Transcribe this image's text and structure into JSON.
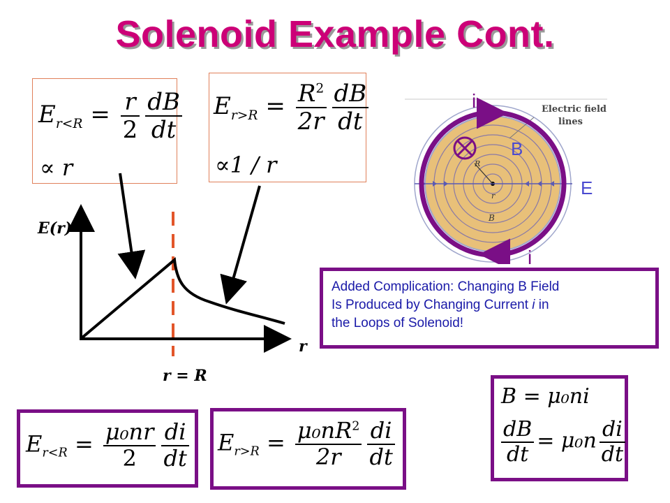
{
  "title": "Solenoid Example Cont.",
  "equations": {
    "e_inside_top": {
      "lhs": "E",
      "sub": "r<R",
      "eq": "=",
      "num": "r",
      "den": "2",
      "dnum": "dB",
      "dden": "dt",
      "prop": "∝ r"
    },
    "e_outside_top": {
      "lhs": "E",
      "sub": "r>R",
      "eq": "=",
      "num_base": "R",
      "num_sup": "2",
      "den": "2r",
      "dnum": "dB",
      "dden": "dt",
      "prop": "∝1 / r"
    },
    "e_inside_bottom": {
      "lhs": "E",
      "sub": "r<R",
      "eq": "=",
      "num": "μ₀nr",
      "den": "2",
      "dnum": "di",
      "dden": "dt"
    },
    "e_outside_bottom": {
      "lhs": "E",
      "sub": "r>R",
      "eq": "=",
      "num_base": "μ₀nR",
      "num_sup": "2",
      "den": "2r",
      "dnum": "di",
      "dden": "dt"
    },
    "b_field": {
      "line1": "B = μ₀ni",
      "dnum": "dB",
      "dden": "dt",
      "eq": "= μ₀n",
      "dnum2": "di",
      "dden2": "dt"
    }
  },
  "graph": {
    "ylabel": "E(r)",
    "xlabel": "r",
    "marker_label": "r = R"
  },
  "diagram": {
    "current_top": "i",
    "current_bottom": "i",
    "b_label": "B",
    "e_label": "E",
    "field_caption_1": "Electric field",
    "field_caption_2": "lines",
    "r_label": "R",
    "r_label_small": "r",
    "b_small": "B"
  },
  "note": {
    "line1": "Added Complication: Changing B Field",
    "line2_pre": "Is Produced by Changing Current ",
    "line2_i": "i",
    "line2_post": " in",
    "line3": "the Loops of Solenoid!"
  }
}
